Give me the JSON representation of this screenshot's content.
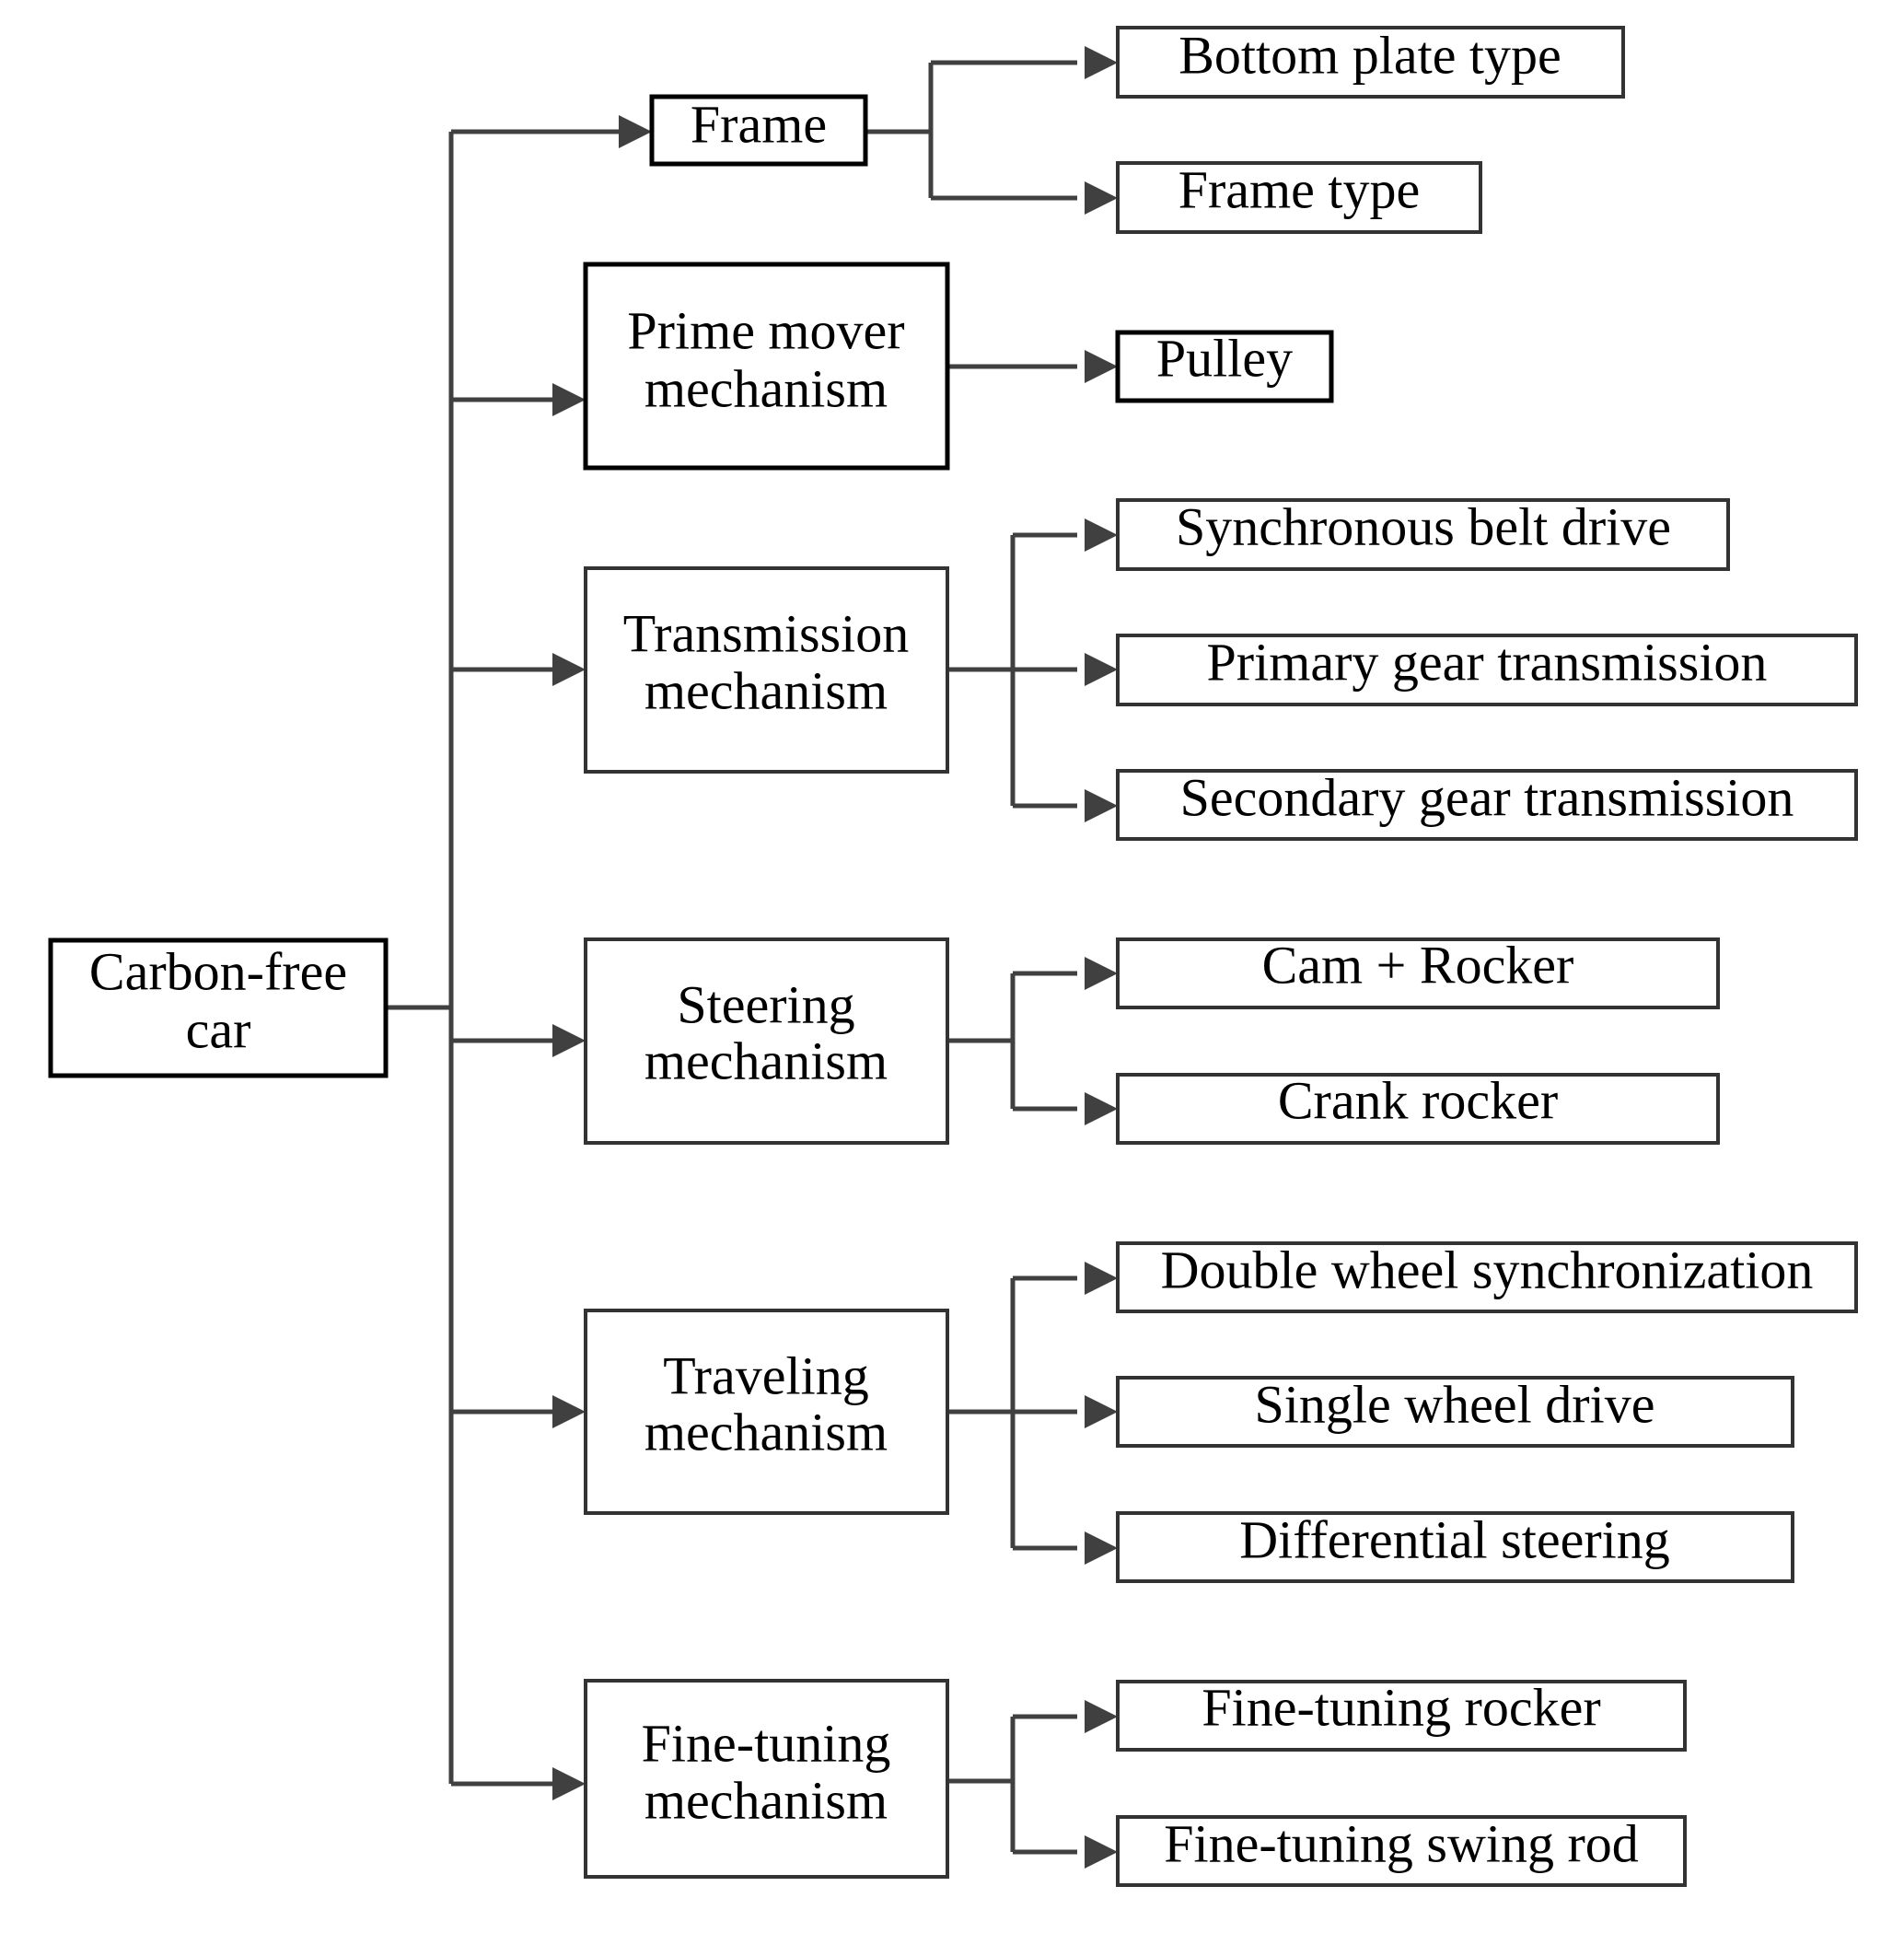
{
  "root": {
    "line1": "Carbon-free",
    "line2": "car"
  },
  "categories": [
    {
      "line1": "Frame",
      "line2": "",
      "children": [
        "Bottom plate type",
        "Frame type"
      ]
    },
    {
      "line1": "Prime mover",
      "line2": "mechanism",
      "children": [
        "Pulley"
      ]
    },
    {
      "line1": "Transmission",
      "line2": "mechanism",
      "children": [
        "Synchronous belt drive",
        "Primary gear transmission",
        "Secondary gear transmission"
      ]
    },
    {
      "line1": "Steering",
      "line2": "mechanism",
      "children": [
        "Cam + Rocker",
        "Crank rocker"
      ]
    },
    {
      "line1": "Traveling",
      "line2": "mechanism",
      "children": [
        "Double wheel synchronization",
        "Single wheel drive",
        "Differential steering"
      ]
    },
    {
      "line1": "Fine-tuning",
      "line2": "mechanism",
      "children": [
        "Fine-tuning rocker",
        "Fine-tuning swing rod"
      ]
    }
  ],
  "colors": {
    "line": "#404040",
    "box_stroke": "#000000",
    "background": "#ffffff"
  }
}
